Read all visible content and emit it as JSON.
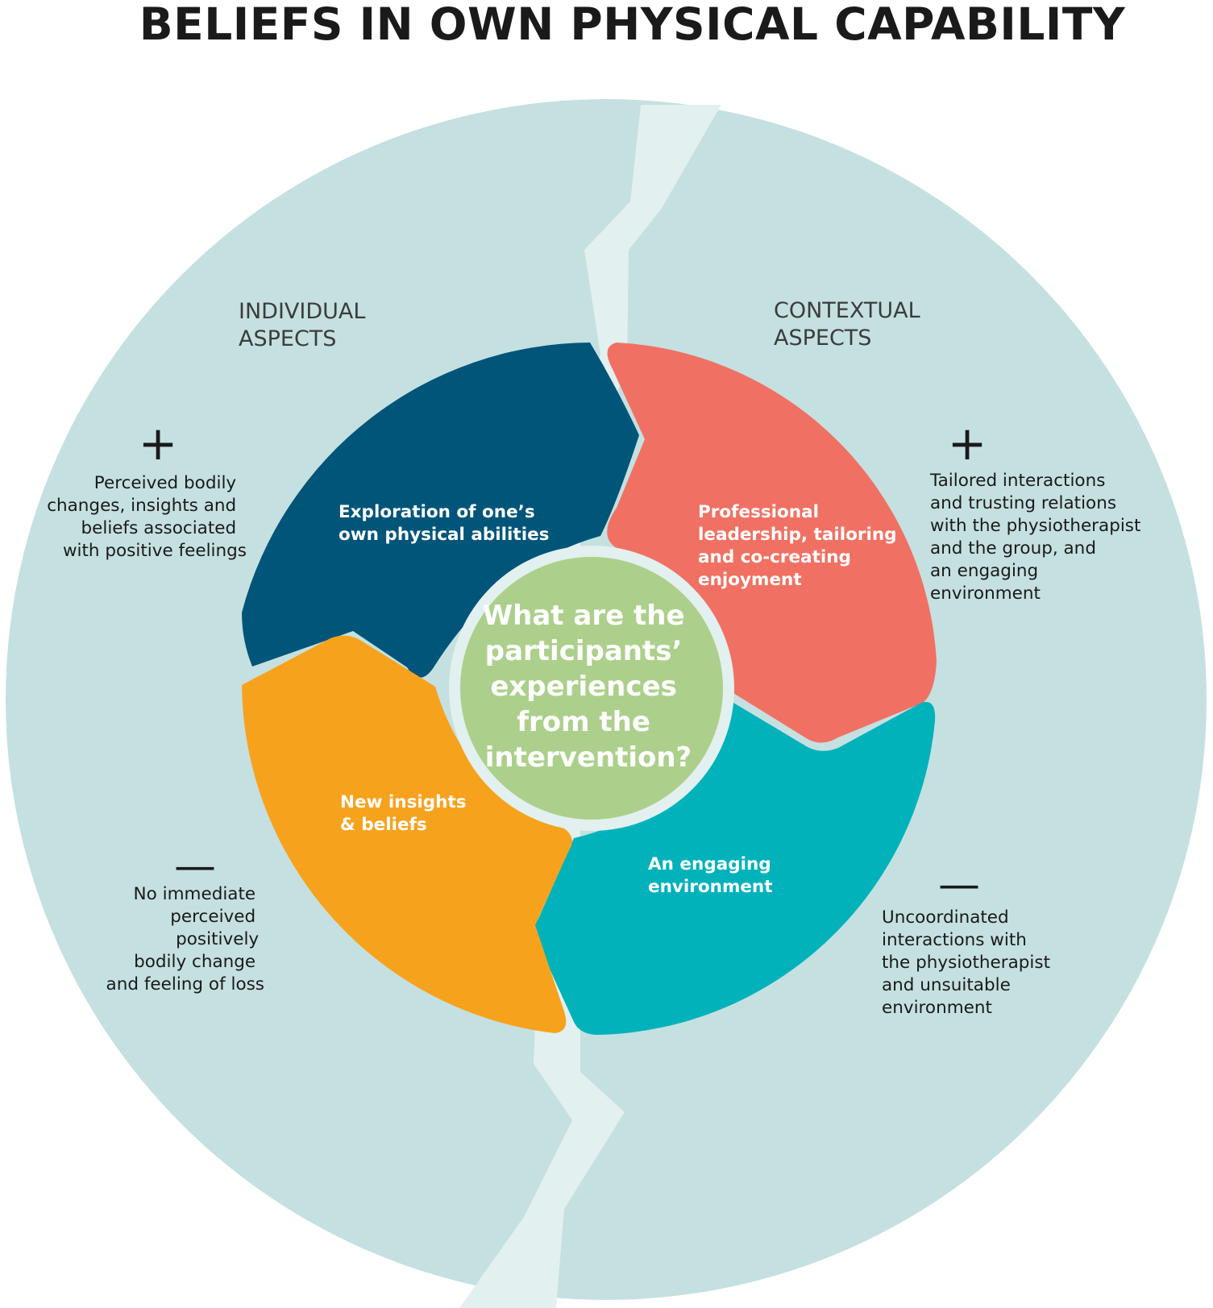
{
  "title": "BELIEFS IN OWN PHYSICAL CAPABILITY",
  "colors": {
    "outer_ring": "#c5e0e0",
    "divider": "#e2f0ef",
    "exploration": "#015579",
    "professional": "#f07163",
    "engaging": "#02b2ba",
    "insights": "#f7a21d",
    "center": "#acd08b"
  },
  "individual": {
    "heading": [
      "INDIVIDUAL",
      "ASPECTS"
    ],
    "plus_symbol": "+",
    "positive": [
      "Perceived bodily",
      "changes, insights and",
      "beliefs associated",
      "with positive feelings"
    ],
    "minus_symbol": "—",
    "negative": [
      "No immediate",
      "perceived",
      "positively",
      "bodily change",
      "and feeling of loss"
    ]
  },
  "contextual": {
    "heading": [
      "CONTEXTUAL",
      "ASPECTS"
    ],
    "plus_symbol": "+",
    "positive": [
      "Tailored interactions",
      "and trusting relations",
      "with the physiotherapist",
      "and the group, and",
      "an engaging",
      "environment"
    ],
    "minus_symbol": "—",
    "negative": [
      "Uncoordinated",
      "interactions with",
      "the physiotherapist",
      "and unsuitable",
      "environment"
    ]
  },
  "segments": {
    "exploration": [
      "Exploration of one’s",
      "own physical abilities"
    ],
    "professional": [
      "Professional",
      "leadership, tailoring",
      "and co-creating",
      "enjoyment"
    ],
    "engaging": [
      "An engaging",
      "environment"
    ],
    "insights": [
      "New insights",
      "& beliefs"
    ]
  },
  "center": [
    "What are the",
    "participants’",
    "experiences",
    "from the",
    "intervention?"
  ]
}
